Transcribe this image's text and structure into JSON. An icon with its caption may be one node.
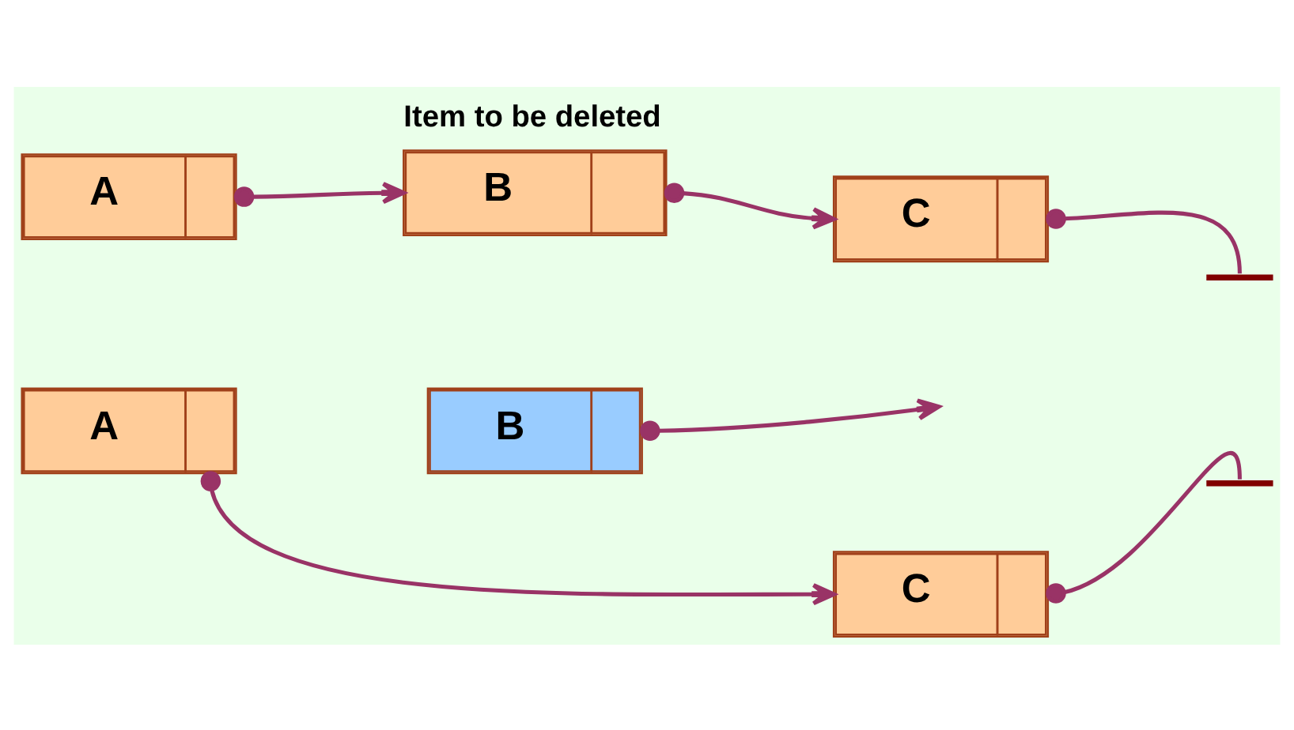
{
  "diagram": {
    "nodes": [
      {
        "text": [
          "A"
        ]
      },
      {
        "text": [
          "B"
        ],
        "beside": [
          "Item to be deleted"
        ]
      },
      {
        "text": [
          "C"
        ]
      },
      {
        "text": [],
        "shape": "bar"
      },
      {
        "text": [
          "A"
        ]
      },
      {
        "text": [
          "B"
        ]
      },
      {
        "text": [
          "C"
        ]
      },
      {
        "text": [],
        "shape": "bar"
      }
    ],
    "edges": [
      {
        "from": 0,
        "to": 1,
        "arrow": "to"
      },
      {
        "from": 1,
        "to": 2,
        "arrow": "to"
      },
      {
        "from": 2,
        "to": 3,
        "arrow": "other"
      },
      {
        "from": 4,
        "to": 6,
        "arrow": "to"
      },
      {
        "from": 5,
        "to": null,
        "arrow": "to"
      },
      {
        "from": 6,
        "to": 7,
        "arrow": "other"
      }
    ]
  }
}
